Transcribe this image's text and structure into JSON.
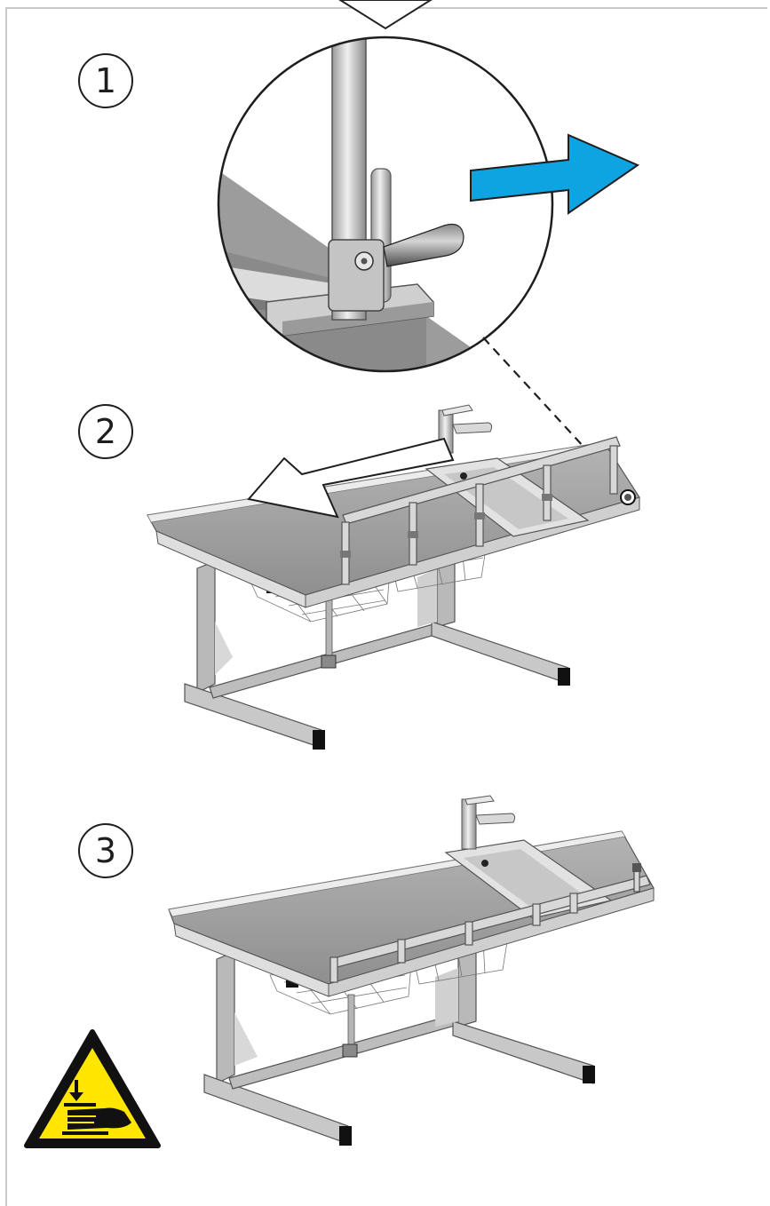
{
  "steps": [
    {
      "number": "1"
    },
    {
      "number": "2"
    },
    {
      "number": "3"
    }
  ],
  "colors": {
    "arrow_blue": "#0ea4e2",
    "warning_yellow": "#ffe600",
    "steel_light": "#d7d7d7",
    "steel_mid": "#a8a8a8",
    "steel_dark": "#6e6e6e",
    "frame_gray": "#c9c9c9"
  },
  "icons": {
    "warning": "hand-crush-warning-icon",
    "detail_callout": "magnifier-detail-circle",
    "pull_arrow": "pull-direction-arrow-icon",
    "slide_arrow": "slide-direction-arrow-icon"
  }
}
